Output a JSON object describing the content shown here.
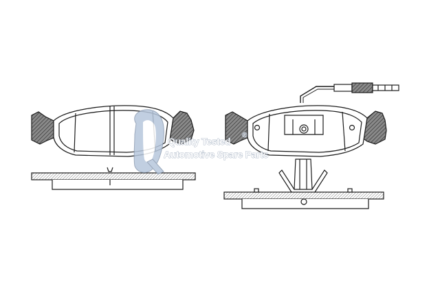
{
  "watermark": {
    "line1": "Quality Tested",
    "line2": "Automotive Spare Parts",
    "registered_mark": "®"
  },
  "colors": {
    "line": "#1a1a1a",
    "hatch_fill": "#6e6e6e",
    "watermark_blue": "#b7c7dc",
    "watermark_outline": "#8a9ab0"
  },
  "views": {
    "left_pad": "brake-pad-front-view",
    "right_pad": "brake-pad-with-wear-sensor-front-view",
    "left_profile": "brake-pad-side-view",
    "right_profile": "brake-pad-with-clip-side-view"
  }
}
